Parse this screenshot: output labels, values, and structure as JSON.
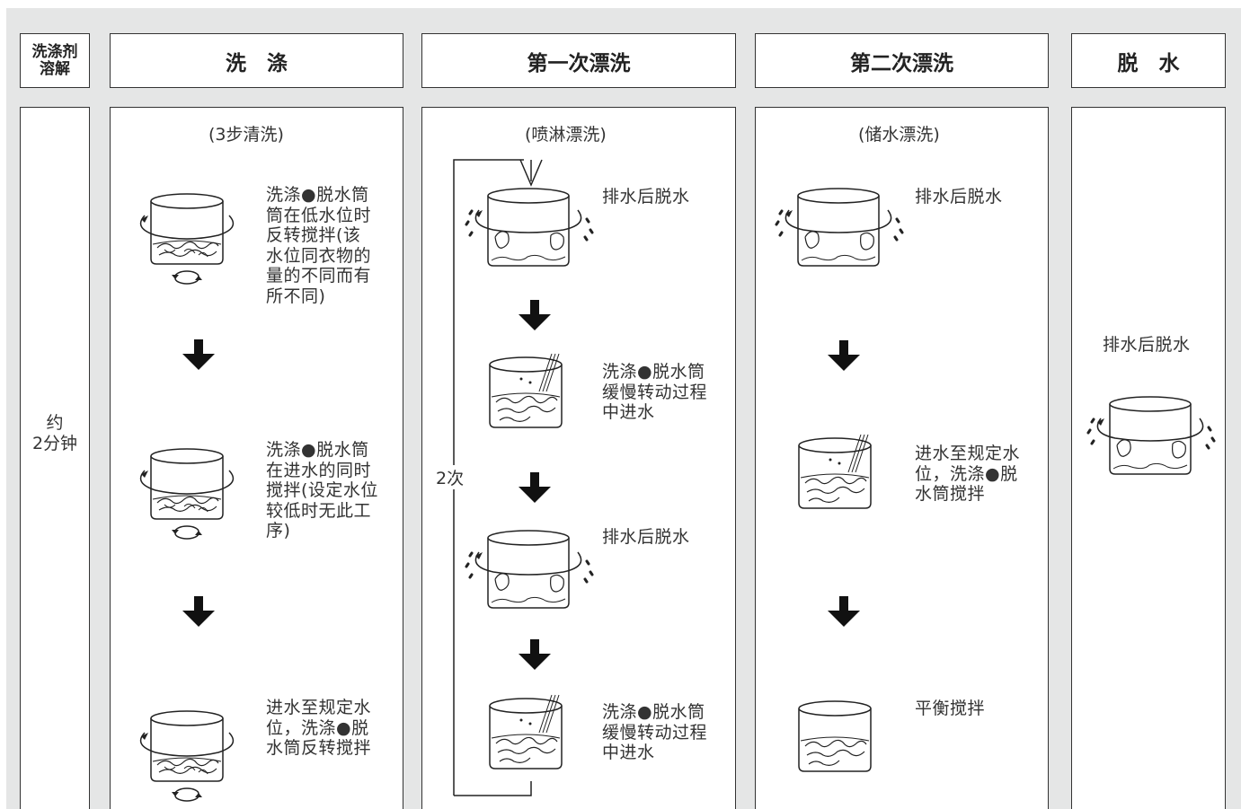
{
  "headers": {
    "detergent": "洗涤剂\n溶解",
    "wash": "洗　涤",
    "rinse1": "第一次漂洗",
    "rinse2": "第二次漂洗",
    "spin": "脱　水"
  },
  "time": "约\n2分钟",
  "wash": {
    "subtitle": "(3步清洗)",
    "step1": "洗涤●脱水筒\n筒在低水位时\n反转搅拌(该\n水位同衣物的\n量的不同而有\n所不同)",
    "step2": "洗涤●脱水筒\n在进水的同时\n搅拌(设定水位\n较低时无此工\n序)",
    "step3": "进水至规定水\n位，洗涤●脱\n水筒反转搅拌"
  },
  "rinse1": {
    "subtitle": "(喷淋漂洗)",
    "step1": "排水后脱水",
    "step2": "洗涤●脱水筒\n缓慢转动过程\n中进水",
    "step3": "排水后脱水",
    "step4": "洗涤●脱水筒\n缓慢转动过程\n中进水",
    "repeat": "2次"
  },
  "rinse2": {
    "subtitle": "(储水漂洗)",
    "step1": "排水后脱水",
    "step2": "进水至规定水\n位，洗涤●脱\n水筒搅拌",
    "step3": "平衡搅拌"
  },
  "spin": {
    "step1": "排水后脱水"
  }
}
